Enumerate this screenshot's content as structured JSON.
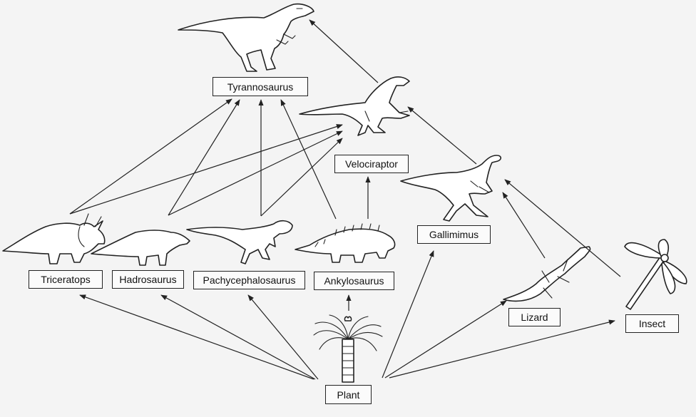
{
  "nodes": {
    "tyrannosaurus": "Tyrannosaurus",
    "velociraptor": "Velociraptor",
    "gallimimus": "Gallimimus",
    "triceratops": "Triceratops",
    "hadrosaurus": "Hadrosaurus",
    "pachycephalosaurus": "Pachycephalosaurus",
    "ankylosaurus": "Ankylosaurus",
    "lizard": "Lizard",
    "insect": "Insect",
    "plant": "Plant"
  },
  "edges": [
    [
      "plant",
      "triceratops"
    ],
    [
      "plant",
      "hadrosaurus"
    ],
    [
      "plant",
      "pachycephalosaurus"
    ],
    [
      "plant",
      "ankylosaurus"
    ],
    [
      "plant",
      "gallimimus"
    ],
    [
      "plant",
      "lizard"
    ],
    [
      "plant",
      "insect"
    ],
    [
      "triceratops",
      "tyrannosaurus"
    ],
    [
      "triceratops",
      "velociraptor"
    ],
    [
      "hadrosaurus",
      "tyrannosaurus"
    ],
    [
      "hadrosaurus",
      "velociraptor"
    ],
    [
      "pachycephalosaurus",
      "tyrannosaurus"
    ],
    [
      "pachycephalosaurus",
      "velociraptor"
    ],
    [
      "ankylosaurus",
      "tyrannosaurus"
    ],
    [
      "ankylosaurus",
      "velociraptor"
    ],
    [
      "velociraptor",
      "tyrannosaurus"
    ],
    [
      "gallimimus",
      "velociraptor"
    ],
    [
      "lizard",
      "gallimimus"
    ],
    [
      "insect",
      "gallimimus"
    ]
  ]
}
